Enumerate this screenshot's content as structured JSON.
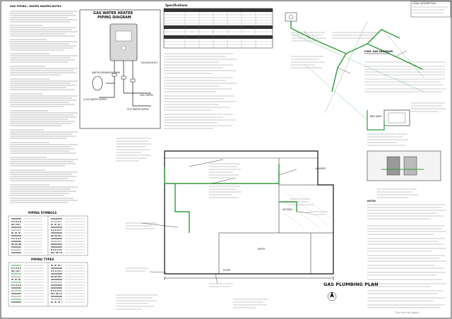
{
  "sheet": {
    "header_notes": "GAS PIPING / WATER HEATER NOTES",
    "gas_water_heater": "GAS WATER HEATER",
    "piping_diagram": "PIPING DIAGRAM",
    "water_expansion_tank": "WATER EXPANSION TANK",
    "isolation_kit": "ISOLATION KIT",
    "cold_water_supply": "COLD WATER SUPPLY",
    "hot_water_supply": "HOT WATER SUPPLY",
    "gas_supply": "GAS SUPPLY",
    "specifications": "Specifications",
    "gas_plumbing_plan": "GAS PLUMBING PLAN",
    "piping_symbols": "PIPING SYMBOLS",
    "piping_types": "PIPING TYPES",
    "laundry": "LAUNDRY",
    "kitchen": "KITCHEN",
    "entry": "ENTRY",
    "room": "ROOM",
    "bbq_area": "BBQ AREA",
    "fuel_gas_diagram": "FUEL GAS DIAGRAM",
    "legal_description": "LEGAL DESCRIPTION",
    "notes_label": "NOTES",
    "illegible_text": "[fine text not legible]"
  },
  "colors": {
    "line": "#111111",
    "pipe_green": "#2e9a3c",
    "pipe_green_dim": "#7cc488",
    "heater_fill": "#d9d9d9",
    "table_dark": "#333333"
  },
  "icons": [
    "water-heater-icon",
    "expansion-tank-icon",
    "gas-meter-icon",
    "bbq-icon",
    "north-arrow-icon"
  ]
}
